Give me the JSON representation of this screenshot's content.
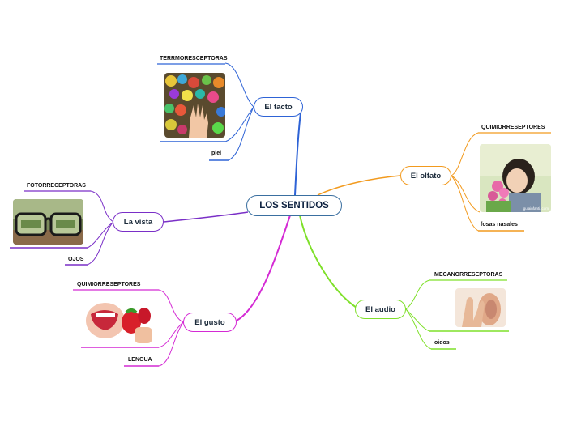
{
  "root": {
    "label": "LOS SENTIDOS"
  },
  "branches": {
    "tacto": {
      "label": "El tacto",
      "color": "#2e63d6",
      "items": [
        "TERRMORESCEPTORAS",
        "piel"
      ]
    },
    "olfato": {
      "label": "El olfato",
      "color": "#f29a1e",
      "items": [
        "QUIMIORRESEPTORES",
        "fosas nasales"
      ],
      "watermark": "gulainfantil.com"
    },
    "vista": {
      "label": "La vista",
      "color": "#7a2fc7",
      "items": [
        "FOTORRECEPTORAS",
        "OJOS"
      ]
    },
    "audio": {
      "label": "El audio",
      "color": "#7fe02a",
      "items": [
        "MECANORRESEPTORAS",
        "oidos"
      ]
    },
    "gusto": {
      "label": "El gusto",
      "color": "#d42ad4",
      "items": [
        "QUIMIORRESEPTORES",
        "LENGUA"
      ]
    }
  },
  "icons": [
    "colorful-hand-photo",
    "girl-smelling-flowers-photo",
    "glasses-photo",
    "hand-ear-photo",
    "mouth-strawberry-photo"
  ]
}
